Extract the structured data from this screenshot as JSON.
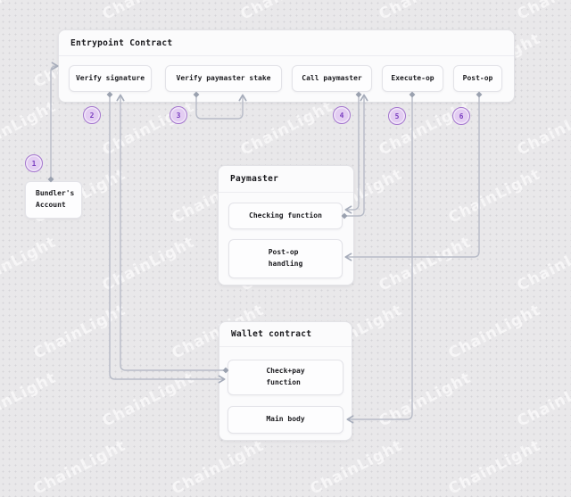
{
  "watermark": {
    "text": "ChainLight"
  },
  "colors": {
    "background": "#e9e8ea",
    "connector": "#b7bbc7",
    "badge_fill": "#e3cdf2",
    "badge_border": "#a476ce",
    "badge_text": "#7b3fc0"
  },
  "entrypoint": {
    "title": "Entrypoint Contract",
    "steps": [
      {
        "label": "Verify signature"
      },
      {
        "label": "Verify paymaster stake"
      },
      {
        "label": "Call paymaster"
      },
      {
        "label": "Execute-op"
      },
      {
        "label": "Post-op"
      }
    ]
  },
  "paymaster": {
    "title": "Paymaster",
    "boxes": [
      {
        "label": "Checking function"
      },
      {
        "label": "Post-op\nhandling"
      }
    ]
  },
  "wallet": {
    "title": "Wallet contract",
    "boxes": [
      {
        "label": "Check+pay\nfunction"
      },
      {
        "label": "Main body"
      }
    ]
  },
  "bundler": {
    "label": "Bundler's\nAccount"
  },
  "badges": [
    "1",
    "2",
    "3",
    "4",
    "5",
    "6"
  ],
  "edges": [
    {
      "from": "bundlers-account",
      "to": "entrypoint-contract",
      "step": "1"
    },
    {
      "from": "verify-signature",
      "to": "check-pay-function",
      "step": "2"
    },
    {
      "from": "check-pay-function",
      "to": "verify-signature",
      "step": "2"
    },
    {
      "from": "verify-paymaster-stake",
      "to": "verify-paymaster-stake",
      "step": "3"
    },
    {
      "from": "call-paymaster",
      "to": "checking-function",
      "step": "4"
    },
    {
      "from": "checking-function",
      "to": "call-paymaster",
      "step": "4"
    },
    {
      "from": "execute-op",
      "to": "main-body",
      "step": "5"
    },
    {
      "from": "post-op",
      "to": "post-op-handling",
      "step": "6"
    }
  ]
}
